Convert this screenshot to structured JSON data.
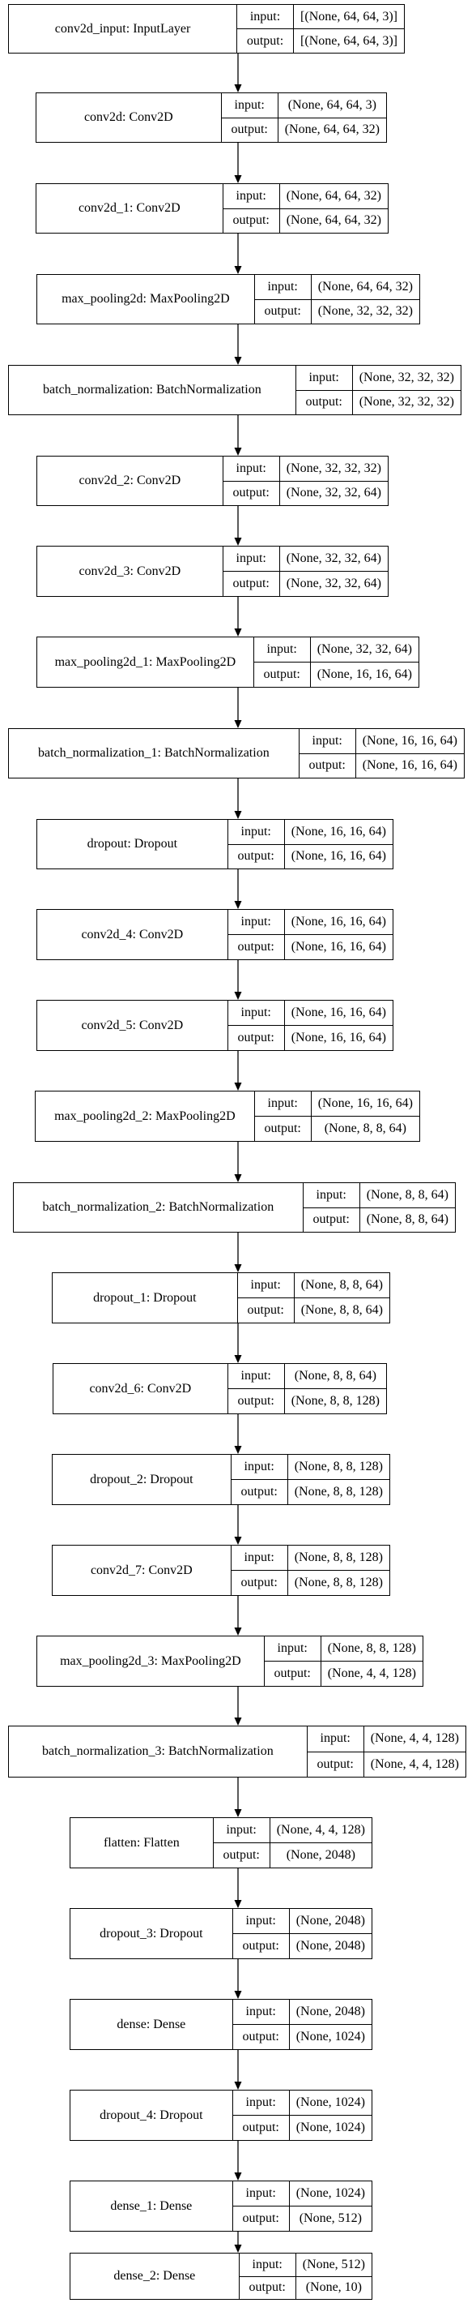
{
  "labels": {
    "input": "input:",
    "output": "output:"
  },
  "layers": [
    {
      "name": "conv2d_input: InputLayer",
      "input": "[(None, 64, 64, 3)]",
      "output": "[(None, 64, 64, 3)]"
    },
    {
      "name": "conv2d: Conv2D",
      "input": "(None, 64, 64, 3)",
      "output": "(None, 64, 64, 32)"
    },
    {
      "name": "conv2d_1: Conv2D",
      "input": "(None, 64, 64, 32)",
      "output": "(None, 64, 64, 32)"
    },
    {
      "name": "max_pooling2d: MaxPooling2D",
      "input": "(None, 64, 64, 32)",
      "output": "(None, 32, 32, 32)"
    },
    {
      "name": "batch_normalization: BatchNormalization",
      "input": "(None, 32, 32, 32)",
      "output": "(None, 32, 32, 32)"
    },
    {
      "name": "conv2d_2: Conv2D",
      "input": "(None, 32, 32, 32)",
      "output": "(None, 32, 32, 64)"
    },
    {
      "name": "conv2d_3: Conv2D",
      "input": "(None, 32, 32, 64)",
      "output": "(None, 32, 32, 64)"
    },
    {
      "name": "max_pooling2d_1: MaxPooling2D",
      "input": "(None, 32, 32, 64)",
      "output": "(None, 16, 16, 64)"
    },
    {
      "name": "batch_normalization_1: BatchNormalization",
      "input": "(None, 16, 16, 64)",
      "output": "(None, 16, 16, 64)"
    },
    {
      "name": "dropout: Dropout",
      "input": "(None, 16, 16, 64)",
      "output": "(None, 16, 16, 64)"
    },
    {
      "name": "conv2d_4: Conv2D",
      "input": "(None, 16, 16, 64)",
      "output": "(None, 16, 16, 64)"
    },
    {
      "name": "conv2d_5: Conv2D",
      "input": "(None, 16, 16, 64)",
      "output": "(None, 16, 16, 64)"
    },
    {
      "name": "max_pooling2d_2: MaxPooling2D",
      "input": "(None, 16, 16, 64)",
      "output": "(None, 8, 8, 64)"
    },
    {
      "name": "batch_normalization_2: BatchNormalization",
      "input": "(None, 8, 8, 64)",
      "output": "(None, 8, 8, 64)"
    },
    {
      "name": "dropout_1: Dropout",
      "input": "(None, 8, 8, 64)",
      "output": "(None, 8, 8, 64)"
    },
    {
      "name": "conv2d_6: Conv2D",
      "input": "(None, 8, 8, 64)",
      "output": "(None, 8, 8, 128)"
    },
    {
      "name": "dropout_2: Dropout",
      "input": "(None, 8, 8, 128)",
      "output": "(None, 8, 8, 128)"
    },
    {
      "name": "conv2d_7: Conv2D",
      "input": "(None, 8, 8, 128)",
      "output": "(None, 8, 8, 128)"
    },
    {
      "name": "max_pooling2d_3: MaxPooling2D",
      "input": "(None, 8, 8, 128)",
      "output": "(None, 4, 4, 128)"
    },
    {
      "name": "batch_normalization_3: BatchNormalization",
      "input": "(None, 4, 4, 128)",
      "output": "(None, 4, 4, 128)"
    },
    {
      "name": "flatten: Flatten",
      "input": "(None, 4, 4, 128)",
      "output": "(None, 2048)"
    },
    {
      "name": "dropout_3: Dropout",
      "input": "(None, 2048)",
      "output": "(None, 2048)"
    },
    {
      "name": "dense: Dense",
      "input": "(None, 2048)",
      "output": "(None, 1024)"
    },
    {
      "name": "dropout_4: Dropout",
      "input": "(None, 1024)",
      "output": "(None, 1024)"
    },
    {
      "name": "dense_1: Dense",
      "input": "(None, 1024)",
      "output": "(None, 512)"
    },
    {
      "name": "dense_2: Dense",
      "input": "(None, 512)",
      "output": "(None, 10)"
    }
  ]
}
